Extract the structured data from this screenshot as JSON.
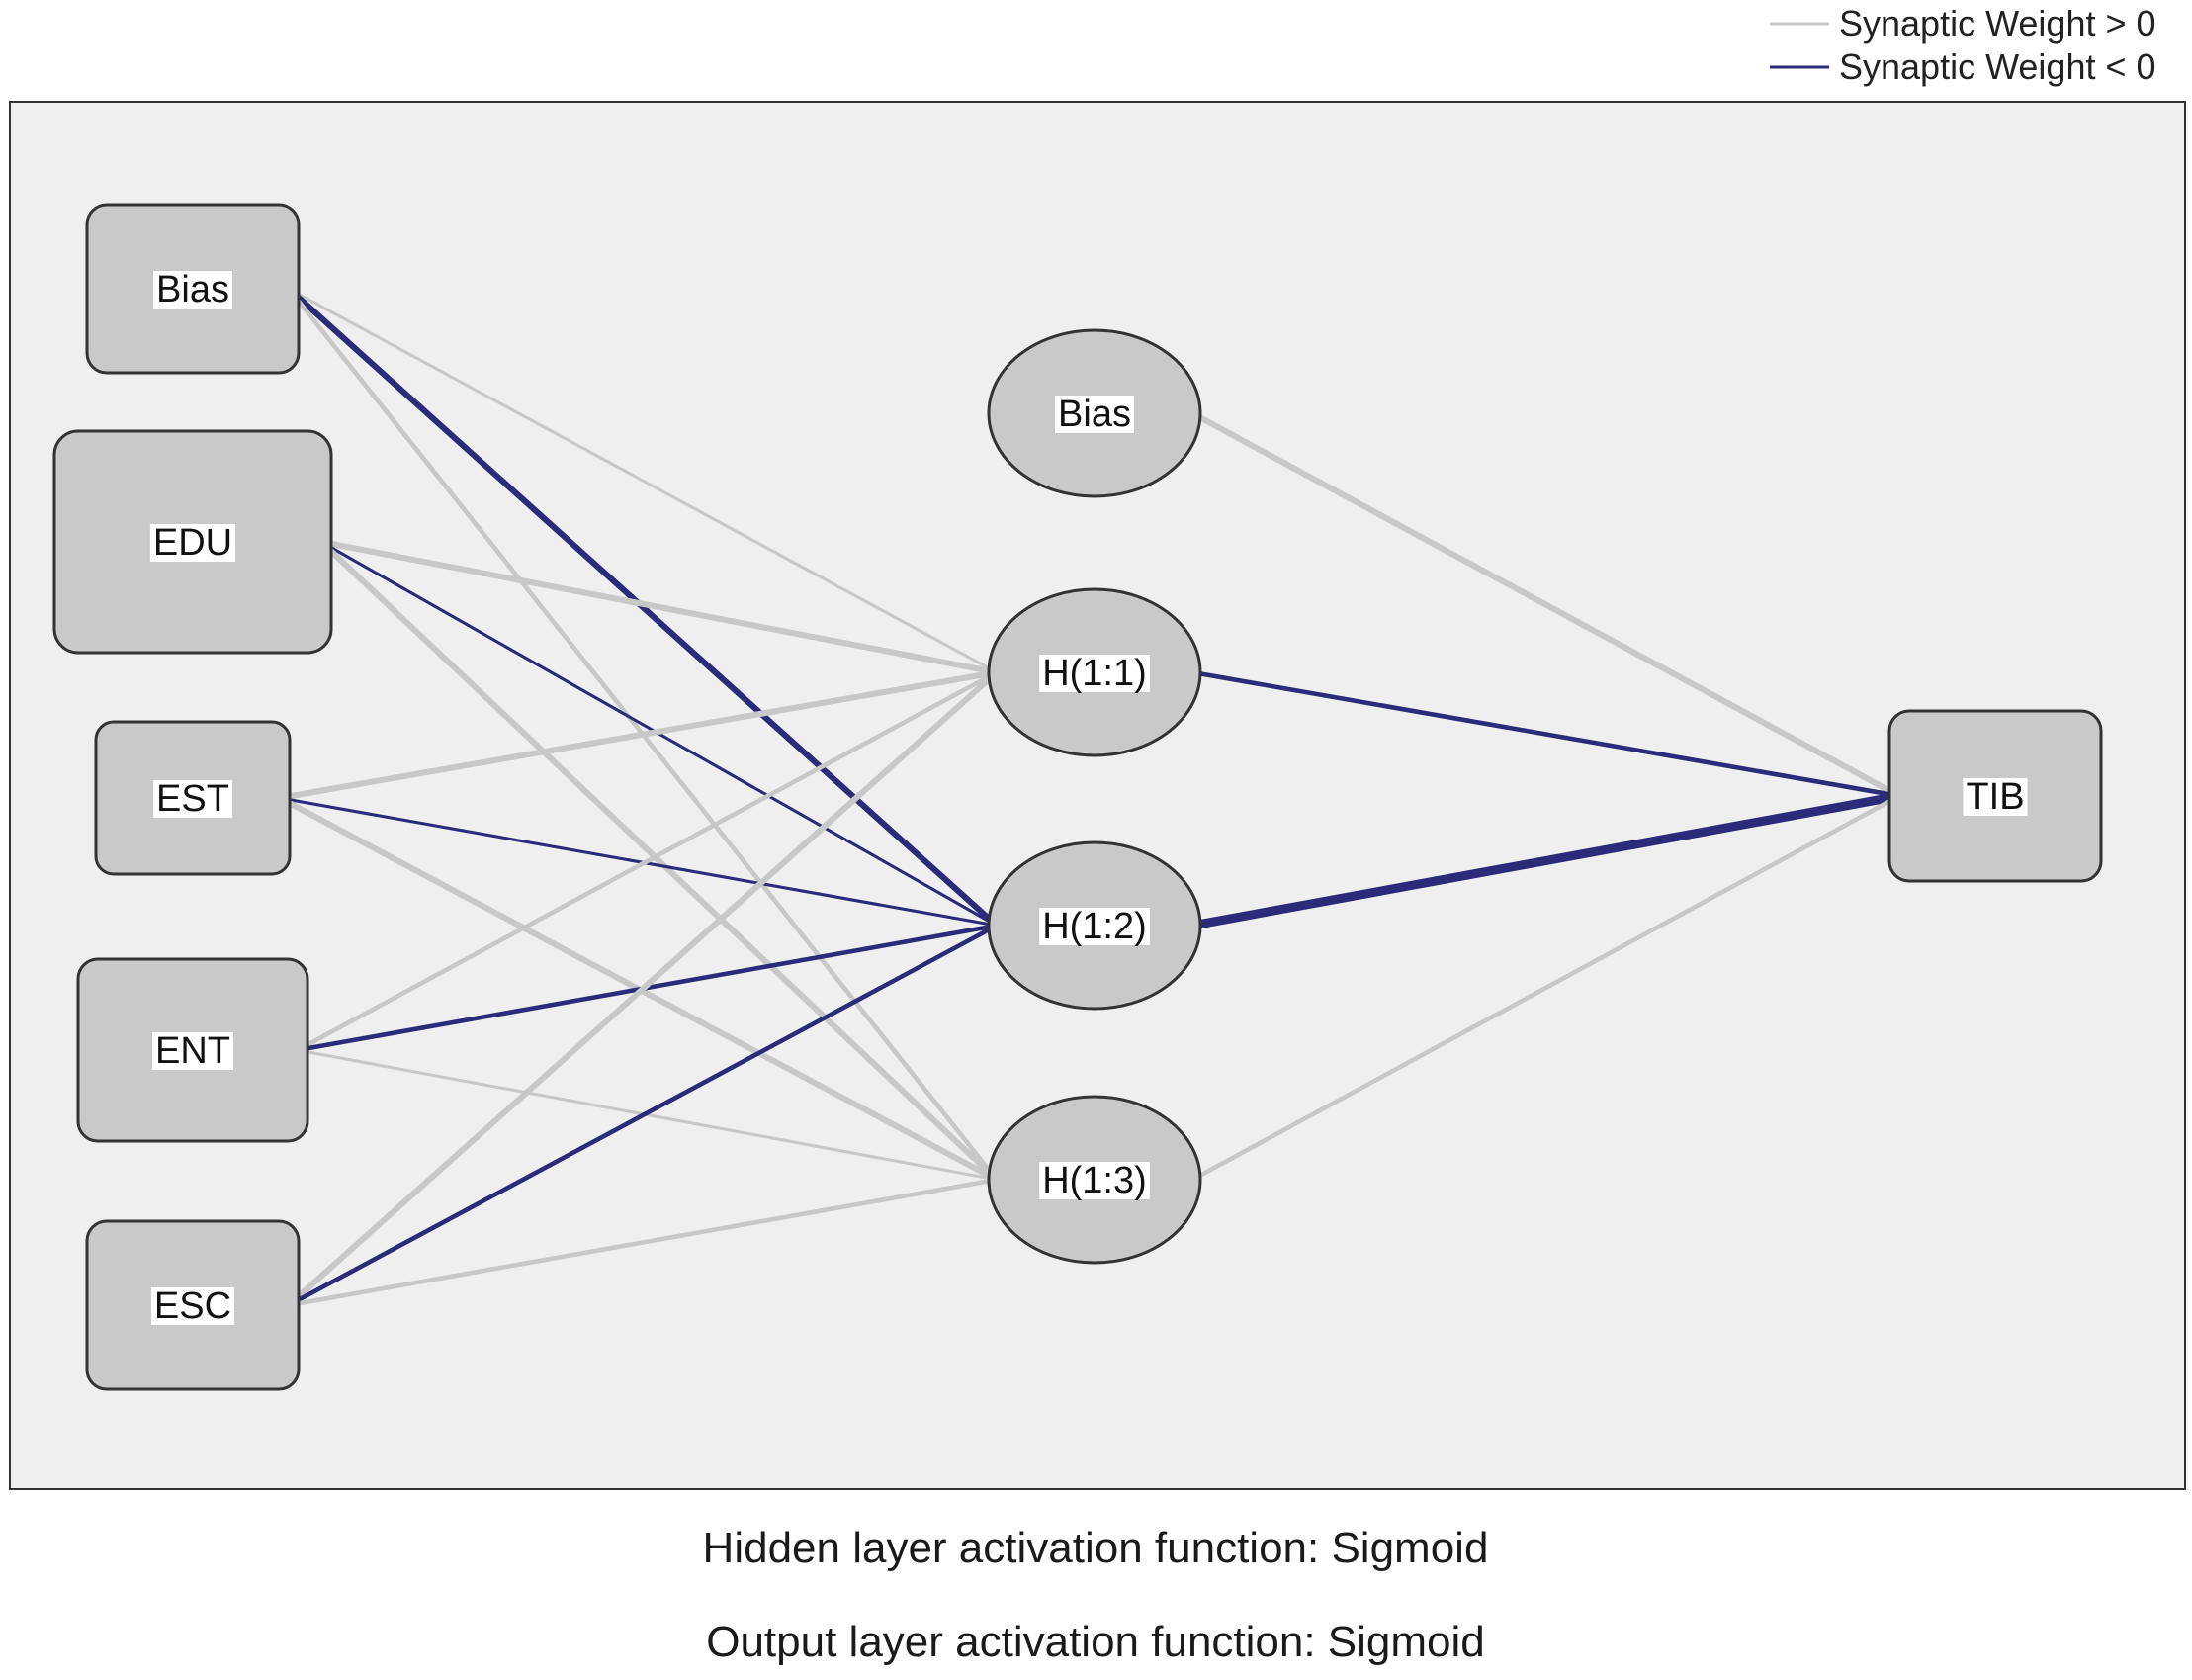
{
  "legend": {
    "positive_label": "Synaptic Weight > 0",
    "negative_label": "Synaptic Weight < 0",
    "positive_color": "#c8c8c8",
    "negative_color": "#2b2b7a"
  },
  "colors": {
    "panel_background": "#efefef",
    "node_fill": "#c9c9c9",
    "node_stroke": "#333333"
  },
  "layers": {
    "input": [
      {
        "id": "in_bias",
        "label": "Bias"
      },
      {
        "id": "in_edu",
        "label": "EDU"
      },
      {
        "id": "in_est",
        "label": "EST"
      },
      {
        "id": "in_ent",
        "label": "ENT"
      },
      {
        "id": "in_esc",
        "label": "ESC"
      }
    ],
    "hidden": [
      {
        "id": "h_bias",
        "label": "Bias"
      },
      {
        "id": "h1",
        "label": "H(1:1)"
      },
      {
        "id": "h2",
        "label": "H(1:2)"
      },
      {
        "id": "h3",
        "label": "H(1:3)"
      }
    ],
    "output": [
      {
        "id": "out_tib",
        "label": "TIB"
      }
    ]
  },
  "connections": [
    {
      "from": "in_bias",
      "to": "h1",
      "sign": "positive",
      "strength": 1
    },
    {
      "from": "in_bias",
      "to": "h2",
      "sign": "negative",
      "strength": 3
    },
    {
      "from": "in_bias",
      "to": "h3",
      "sign": "positive",
      "strength": 2
    },
    {
      "from": "in_edu",
      "to": "h1",
      "sign": "positive",
      "strength": 3
    },
    {
      "from": "in_edu",
      "to": "h2",
      "sign": "negative",
      "strength": 1
    },
    {
      "from": "in_edu",
      "to": "h3",
      "sign": "positive",
      "strength": 3
    },
    {
      "from": "in_est",
      "to": "h1",
      "sign": "positive",
      "strength": 3
    },
    {
      "from": "in_est",
      "to": "h2",
      "sign": "negative",
      "strength": 1
    },
    {
      "from": "in_est",
      "to": "h3",
      "sign": "positive",
      "strength": 3
    },
    {
      "from": "in_ent",
      "to": "h1",
      "sign": "positive",
      "strength": 2
    },
    {
      "from": "in_ent",
      "to": "h2",
      "sign": "negative",
      "strength": 2
    },
    {
      "from": "in_ent",
      "to": "h3",
      "sign": "positive",
      "strength": 1
    },
    {
      "from": "in_esc",
      "to": "h1",
      "sign": "positive",
      "strength": 3
    },
    {
      "from": "in_esc",
      "to": "h2",
      "sign": "negative",
      "strength": 2
    },
    {
      "from": "in_esc",
      "to": "h3",
      "sign": "positive",
      "strength": 2
    },
    {
      "from": "h_bias",
      "to": "out_tib",
      "sign": "positive",
      "strength": 3
    },
    {
      "from": "h1",
      "to": "out_tib",
      "sign": "negative",
      "strength": 2
    },
    {
      "from": "h2",
      "to": "out_tib",
      "sign": "negative",
      "strength": 5
    },
    {
      "from": "h3",
      "to": "out_tib",
      "sign": "positive",
      "strength": 2
    }
  ],
  "footer": {
    "hidden_activation": "Hidden layer activation function: Sigmoid",
    "output_activation": "Output layer activation function: Sigmoid"
  }
}
